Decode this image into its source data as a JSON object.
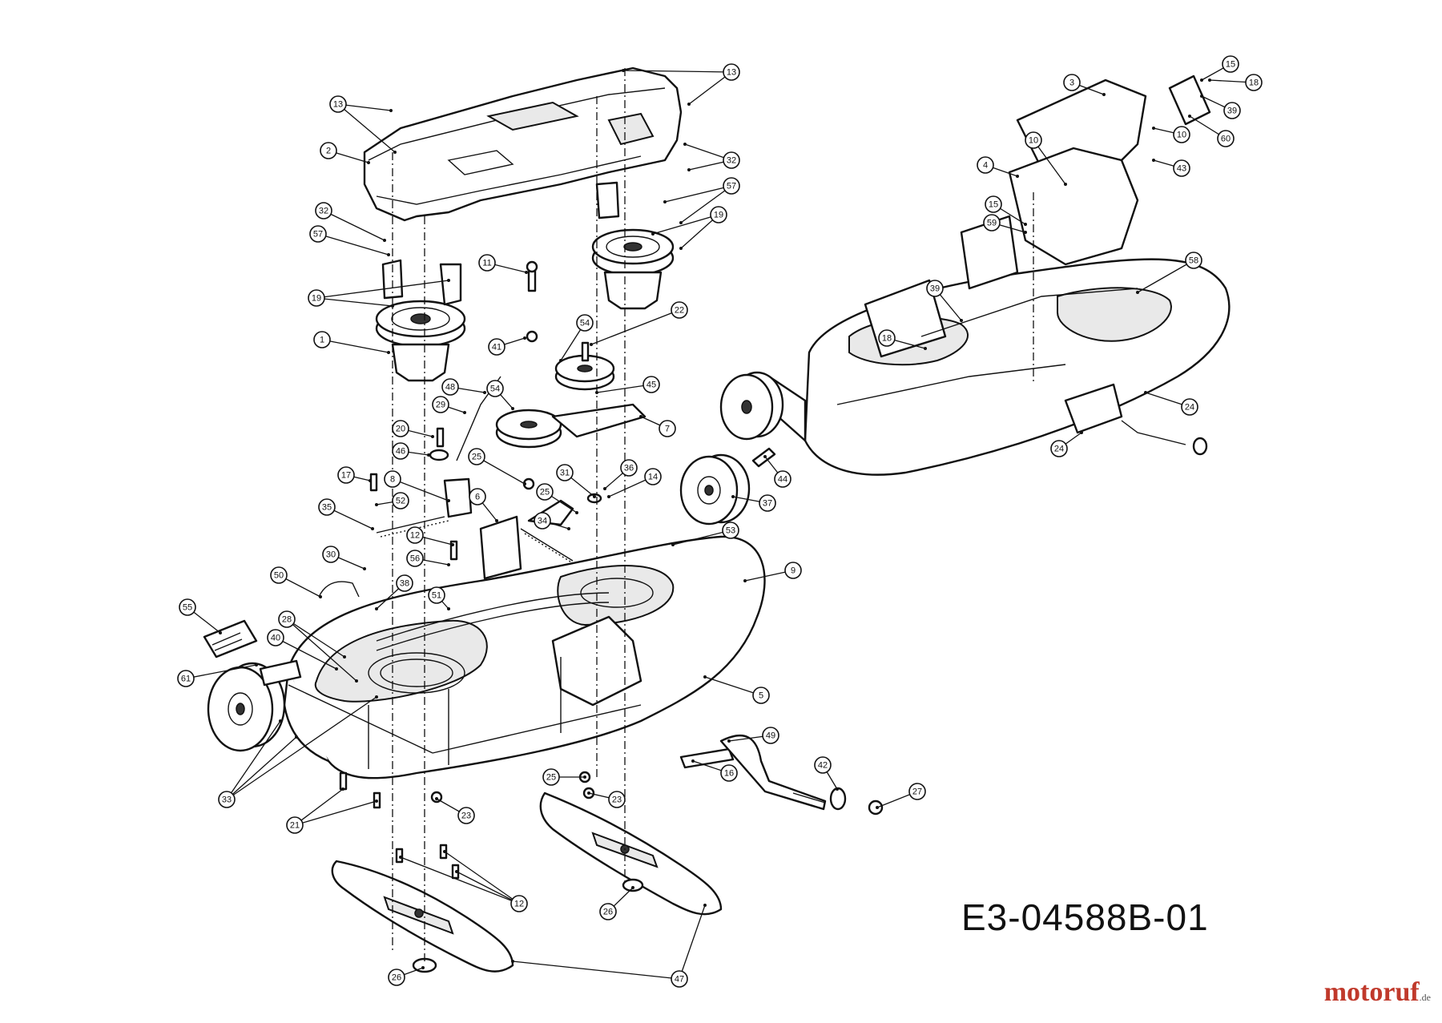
{
  "drawing_code": "E3-04588B-01",
  "watermark": {
    "logo_text": "motoruf",
    "tld": ".de"
  },
  "callouts": [
    "1",
    "2",
    "3",
    "4",
    "5",
    "6",
    "7",
    "8",
    "9",
    "10",
    "11",
    "12",
    "13",
    "14",
    "15",
    "16",
    "17",
    "18",
    "19",
    "20",
    "21",
    "22",
    "23",
    "24",
    "25",
    "26",
    "27",
    "28",
    "29",
    "30",
    "31",
    "32",
    "33",
    "34",
    "35",
    "36",
    "37",
    "38",
    "39",
    "40",
    "41",
    "42",
    "43",
    "44",
    "45",
    "46",
    "47",
    "48",
    "49",
    "50",
    "51",
    "52",
    "53",
    "54",
    "55",
    "56",
    "57",
    "58",
    "59",
    "60",
    "61"
  ]
}
